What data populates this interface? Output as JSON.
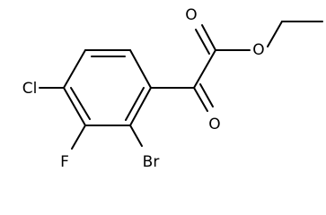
{
  "molecule": {
    "atoms": {
      "carbonyl_o_top": "O",
      "ester_o": "O",
      "keto_o": "O",
      "chlorine": "Cl",
      "fluorine": "F",
      "bromine": "Br"
    }
  }
}
